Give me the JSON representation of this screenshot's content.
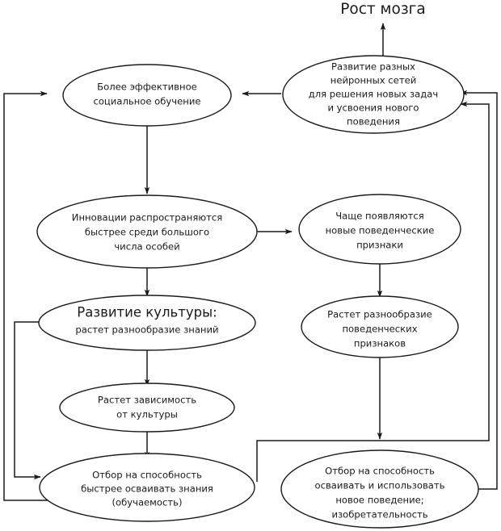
{
  "diagram": {
    "title": "Рост мозга",
    "stroke_color": "#1a1a1a",
    "background_color": "#ffffff",
    "nodes": [
      {
        "id": "neural-networks",
        "lines": [
          "Развитие разных",
          "нейронных сетей",
          "для решения новых задач",
          "и усвоения нового",
          "поведения"
        ]
      },
      {
        "id": "social-learning",
        "lines": [
          "Более эффективное",
          "социальное обучение"
        ]
      },
      {
        "id": "innovation-spread",
        "lines": [
          "Инновации распространяются",
          "быстрее среди большого",
          "числа особей"
        ]
      },
      {
        "id": "new-behaviour-traits",
        "lines": [
          "Чаще появляются",
          "новые поведенческие",
          "признаки"
        ]
      },
      {
        "id": "culture-development",
        "lines": [
          "Развитие культуры:",
          "растет разнообразие знаний"
        ]
      },
      {
        "id": "behaviour-diversity",
        "lines": [
          "Растет разнообразие",
          "поведенческих",
          "признаков"
        ]
      },
      {
        "id": "culture-dependence",
        "lines": [
          "Растет зависимость",
          "от культуры"
        ]
      },
      {
        "id": "selection-learnability",
        "lines": [
          "Отбор на способность",
          "быстрее осваивать знания",
          "(обучаемость)"
        ]
      },
      {
        "id": "selection-inventiveness",
        "lines": [
          "Отбор на способность",
          "осваивать и использовать",
          "новое поведение;",
          "изобретательность"
        ]
      }
    ],
    "edges": [
      {
        "id": "neural-to-brain-growth",
        "from": "neural-networks",
        "to": "title"
      },
      {
        "id": "neural-to-social-learning",
        "from": "neural-networks",
        "to": "social-learning"
      },
      {
        "id": "social-learning-to-innovation",
        "from": "social-learning",
        "to": "innovation-spread"
      },
      {
        "id": "innovation-to-new-traits",
        "from": "innovation-spread",
        "to": "new-behaviour-traits"
      },
      {
        "id": "innovation-to-culture",
        "from": "innovation-spread",
        "to": "culture-development"
      },
      {
        "id": "new-traits-to-behaviour-diversity",
        "from": "new-behaviour-traits",
        "to": "behaviour-diversity"
      },
      {
        "id": "culture-to-dependence",
        "from": "culture-development",
        "to": "culture-dependence"
      },
      {
        "id": "dependence-to-learnability",
        "from": "culture-dependence",
        "to": "selection-learnability"
      },
      {
        "id": "culture-to-learnability-loop",
        "from": "culture-development",
        "to": "selection-learnability"
      },
      {
        "id": "behaviour-diversity-to-inventiveness",
        "from": "behaviour-diversity",
        "to": "selection-inventiveness"
      },
      {
        "id": "learnability-to-social-learning-loop",
        "from": "selection-learnability",
        "to": "social-learning"
      },
      {
        "id": "learnability-to-neural-loop",
        "from": "selection-learnability",
        "to": "neural-networks"
      },
      {
        "id": "inventiveness-to-neural-loop",
        "from": "selection-inventiveness",
        "to": "neural-networks"
      }
    ]
  }
}
